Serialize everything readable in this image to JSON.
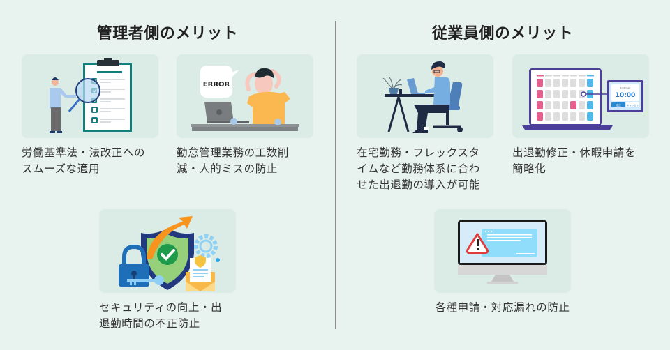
{
  "left_section": {
    "title": "管理者側のメリット",
    "items": [
      {
        "illustration": "checklist-magnifier-illustration",
        "caption_lines": [
          "労働基準法・法改正への",
          "スムーズな適用"
        ]
      },
      {
        "illustration": "error-frustrated-person-illustration",
        "error_label": "ERROR",
        "caption_lines": [
          "勤怠管理業務の工数削",
          "減・人的ミスの防止"
        ]
      },
      {
        "illustration": "security-shield-lock-illustration",
        "caption_lines": [
          "セキュリティの向上・出",
          "退勤時間の不正防止"
        ]
      }
    ]
  },
  "right_section": {
    "title": "従業員側のメリット",
    "items": [
      {
        "illustration": "remote-work-desk-illustration",
        "caption_lines": [
          "在宅勤務・フレックスタ",
          "イムなど勤務体系に合わ",
          "せた出退勤の導入が可能"
        ]
      },
      {
        "illustration": "calendar-time-edit-illustration",
        "popup": {
          "date": "4/26 (Sat)",
          "time": "10:00",
          "confirm_label": "修正",
          "cancel_label": "キャンセル"
        },
        "caption_lines": [
          "出退勤修正・休暇申請を",
          "簡略化"
        ]
      },
      {
        "illustration": "monitor-warning-illustration",
        "caption_lines": [
          "各種申請・対応漏れの防止"
        ]
      }
    ]
  },
  "colors": {
    "page_bg": "#e8f2ef",
    "card_bg": "#dbebe6",
    "divider": "#8a8f8d",
    "teal": "#137f7a",
    "navy": "#2a3a7a",
    "orange": "#f7941d",
    "purple": "#4b3f9a",
    "pink": "#e5608f",
    "sky": "#4fb8ea"
  }
}
